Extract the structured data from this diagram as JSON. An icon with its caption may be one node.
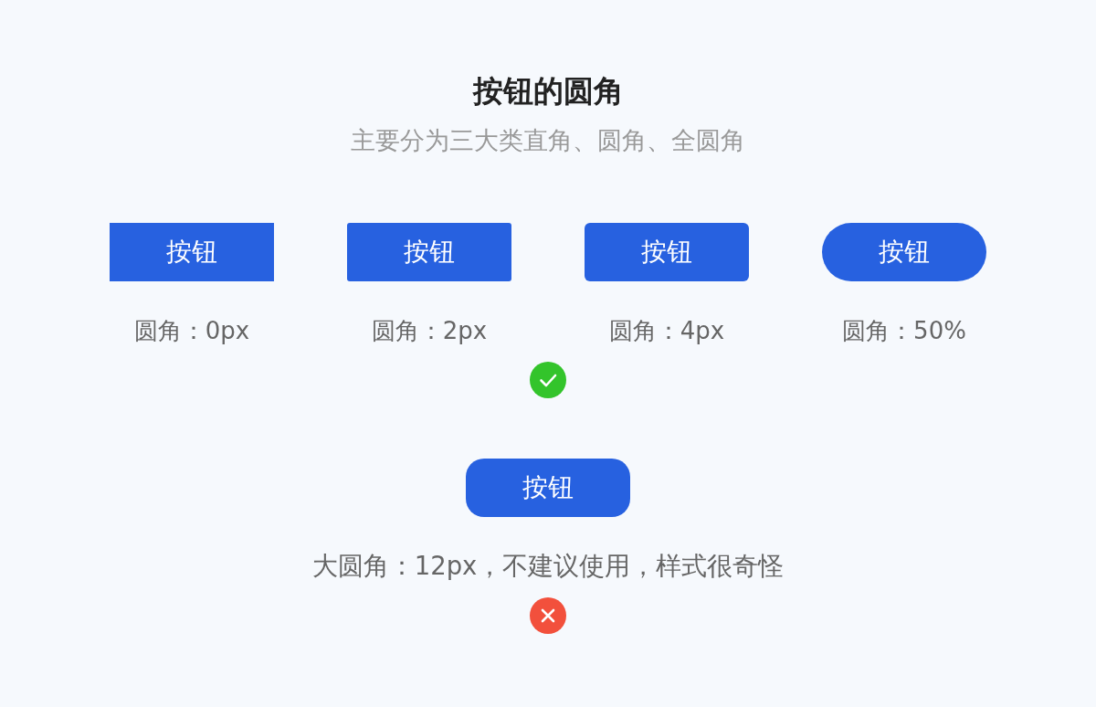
{
  "diagram": {
    "title": "按钮的圆角",
    "nodes": [
      {
        "text": [
          "按钮"
        ],
        "beside": [
          "圆角：0px"
        ]
      },
      {
        "text": [
          "按钮"
        ],
        "beside": [
          "圆角：2px"
        ]
      },
      {
        "text": [
          "按钮"
        ],
        "beside": [
          "圆角：4px"
        ]
      },
      {
        "text": [
          "按钮"
        ],
        "beside": [
          "圆角：50%"
        ]
      },
      {
        "text": [
          "按钮"
        ],
        "beside": [
          "大圆角：12px，不建议使用，样式很奇怪"
        ]
      }
    ],
    "labels": [
      "主要分为三大类直角、圆角、全圆角"
    ]
  }
}
